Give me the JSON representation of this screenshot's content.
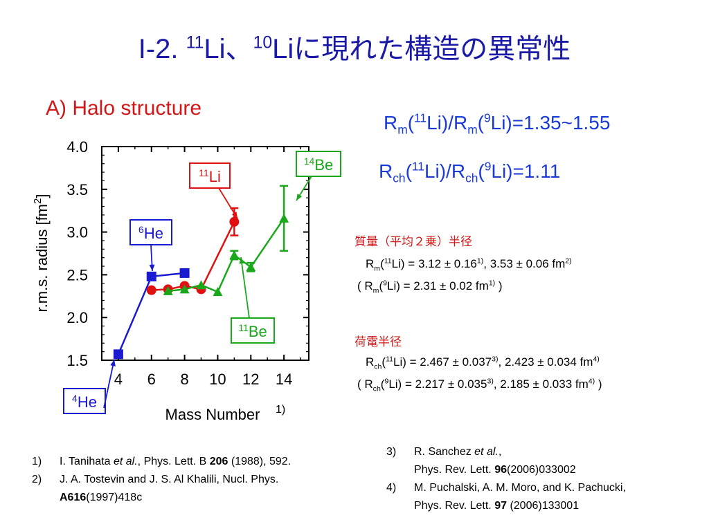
{
  "slide": {
    "title_prefix": "I-2. ",
    "title_sup1": "11",
    "title_mid": "Li、",
    "title_sup2": "10",
    "title_suffix": "Liに現れた構造の異常性",
    "section_label": "A) Halo structure"
  },
  "ratios": {
    "rm": {
      "r": "R",
      "sub": "m",
      "open": "(",
      "sup1": "11",
      "mid": "Li)/R",
      "sub2": "m",
      "open2": "(",
      "sup2": "9",
      "tail": "Li)=1.35~1.55"
    },
    "rch": {
      "r": "R",
      "sub": "ch",
      "open": "(",
      "sup1": "11",
      "mid": "Li)/R",
      "sub2": "ch",
      "open2": "(",
      "sup2": "9",
      "tail": "Li)=1.11"
    }
  },
  "matter_radius": {
    "heading": "質量（平均２乗）半径",
    "line1": {
      "a": "R",
      "sub": "m",
      "b": "(",
      "sup1": "11",
      "c": "Li) = 3.12 ± 0.16",
      "ref1": "1)",
      "d": ", 3.53 ± 0.06 fm",
      "ref2": "2)"
    },
    "line2": {
      "a": "( R",
      "sub": "m",
      "b": "(",
      "sup1": "9",
      "c": "Li)  = 2.31 ± 0.02 fm",
      "ref1": "1)",
      "d": " )"
    }
  },
  "charge_radius": {
    "heading": "荷電半径",
    "line1": {
      "a": "R",
      "sub": "ch",
      "b": "(",
      "sup1": "11",
      "c": "Li) = 2.467 ± 0.037",
      "ref1": "3)",
      "d": ", 2.423 ± 0.034 fm",
      "ref2": "4)"
    },
    "line2": {
      "a": "( R",
      "sub": "ch",
      "b": "(",
      "sup1": "9",
      "c": "Li)  = 2.217 ± 0.035",
      "ref1": "3)",
      "d": ", 2.185 ± 0.033 fm",
      "ref2": "4)",
      "e": " )"
    }
  },
  "references_left": [
    {
      "num": "1)",
      "pre": "I. Tanihata ",
      "em": "et al.",
      "mid": ", Phys. Lett. B ",
      "bold": "206",
      "post": " (1988), 592."
    },
    {
      "num": "2)",
      "pre": "J. A. Tostevin and J. S. Al Khalili, Nucl. Phys.",
      "em": "",
      "mid": "",
      "bold": "",
      "post": ""
    },
    {
      "num": "",
      "pre": "",
      "em": "",
      "mid": "",
      "bold": "A616",
      "post": "(1997)418c"
    }
  ],
  "references_right": [
    {
      "num": "3)",
      "pre": "R. Sanchez ",
      "em": "et al.",
      "mid": ",",
      "bold": "",
      "post": ""
    },
    {
      "num": "",
      "pre": "Phys. Rev. Lett. ",
      "em": "",
      "mid": "",
      "bold": "96",
      "post": "(2006)033002"
    },
    {
      "num": "4)",
      "pre": "M. Puchalski, A. M. Moro, and K. Pachucki,",
      "em": "",
      "mid": "",
      "bold": "",
      "post": ""
    },
    {
      "num": "",
      "pre": "Phys. Rev. Lett. ",
      "em": "",
      "mid": "",
      "bold": "97",
      "post": " (2006)133001"
    }
  ],
  "chart_data": {
    "type": "line",
    "xlabel": "Mass Number",
    "xlabel_ref": "1)",
    "ylabel_pre": "r.m.s. radius [fm",
    "ylabel_sup": "2",
    "ylabel_post": "]",
    "xlim": [
      3,
      15.5
    ],
    "ylim": [
      1.5,
      4.0
    ],
    "xticks": [
      4,
      6,
      8,
      10,
      12,
      14
    ],
    "yticks": [
      1.5,
      2.0,
      2.5,
      3.0,
      3.5,
      4.0
    ],
    "ytick_labels": [
      "1.5",
      "2.0",
      "2.5",
      "3.0",
      "3.5",
      "4.0"
    ],
    "grid": false,
    "series": [
      {
        "name": "He",
        "color": "#1a1ad0",
        "marker": "square",
        "x": [
          4,
          6,
          8
        ],
        "y": [
          1.57,
          2.48,
          2.52
        ],
        "err": [
          0,
          0,
          0
        ]
      },
      {
        "name": "Li",
        "color": "#e01010",
        "marker": "circle",
        "x": [
          6,
          7,
          8,
          9,
          11
        ],
        "y": [
          2.32,
          2.33,
          2.37,
          2.33,
          3.12
        ],
        "err": [
          0,
          0,
          0,
          0,
          0.16
        ]
      },
      {
        "name": "Be",
        "color": "#1aa81a",
        "marker": "triangle",
        "x": [
          7,
          8,
          9,
          10,
          11,
          12,
          14
        ],
        "y": [
          2.31,
          2.33,
          2.38,
          2.3,
          2.73,
          2.59,
          3.16
        ],
        "err": [
          0,
          0,
          0,
          0,
          0.05,
          0.05,
          0.38
        ]
      }
    ],
    "annotations": [
      {
        "sup": "4",
        "text": "He",
        "color": "#1a1ad0",
        "x": 4,
        "y": 1.57
      },
      {
        "sup": "6",
        "text": "He",
        "color": "#1a1ad0",
        "x": 6,
        "y": 2.48
      },
      {
        "sup": "11",
        "text": "Li",
        "color": "#e01010",
        "x": 11,
        "y": 3.12
      },
      {
        "sup": "11",
        "text": "Be",
        "color": "#1aa81a",
        "x": 11,
        "y": 2.73
      },
      {
        "sup": "14",
        "text": "Be",
        "color": "#1aa81a",
        "x": 14,
        "y": 3.16
      }
    ]
  }
}
